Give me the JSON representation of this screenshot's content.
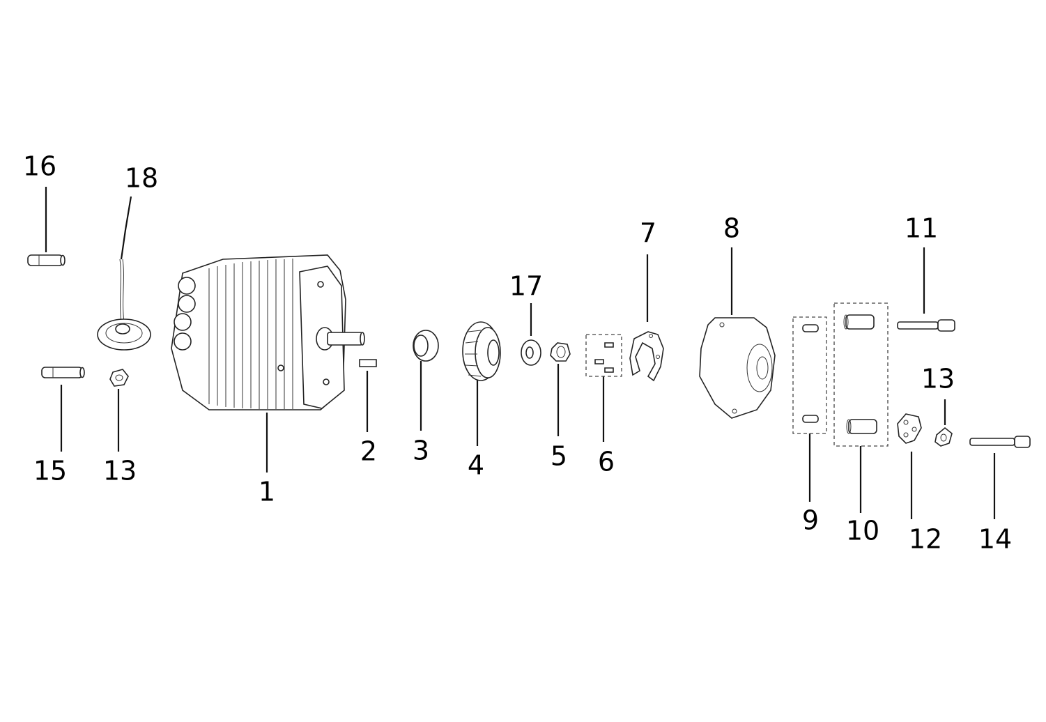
{
  "callouts": [
    {
      "key": "p1",
      "label": "1"
    },
    {
      "key": "p2",
      "label": "2"
    },
    {
      "key": "p3",
      "label": "3"
    },
    {
      "key": "p4",
      "label": "4"
    },
    {
      "key": "p5",
      "label": "5"
    },
    {
      "key": "p6",
      "label": "6"
    },
    {
      "key": "p7",
      "label": "7"
    },
    {
      "key": "p8",
      "label": "8"
    },
    {
      "key": "p9",
      "label": "9"
    },
    {
      "key": "p10",
      "label": "10"
    },
    {
      "key": "p11",
      "label": "11"
    },
    {
      "key": "p12",
      "label": "12"
    },
    {
      "key": "p13a",
      "label": "13"
    },
    {
      "key": "p13b",
      "label": "13"
    },
    {
      "key": "p14",
      "label": "14"
    },
    {
      "key": "p15",
      "label": "15"
    },
    {
      "key": "p16",
      "label": "16"
    },
    {
      "key": "p17",
      "label": "17"
    },
    {
      "key": "p18",
      "label": "18"
    }
  ]
}
